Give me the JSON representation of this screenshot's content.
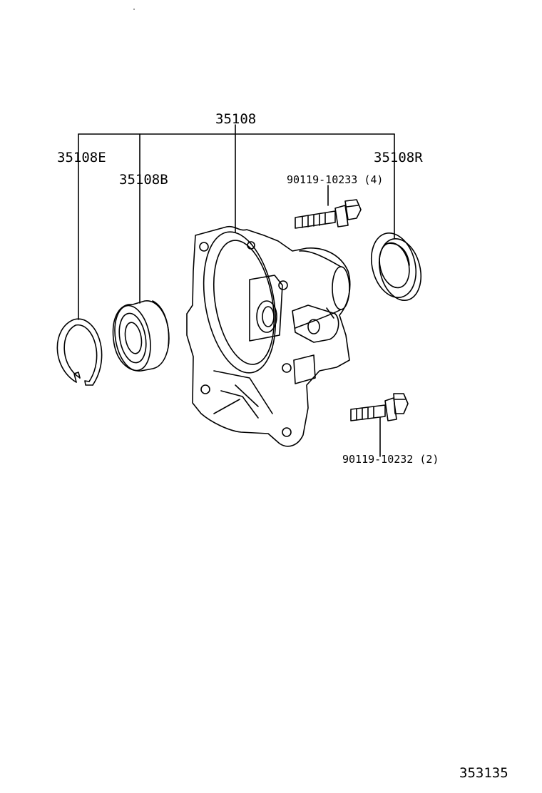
{
  "diagram": {
    "part_numbers": {
      "assembly": "35108",
      "snap_ring": "35108E",
      "bearing": "35108B",
      "oil_seal": "35108R",
      "bolt_top": "90119-10233 (4)",
      "bolt_bottom": "90119-10232 (2)"
    },
    "figure_number": "353135"
  }
}
